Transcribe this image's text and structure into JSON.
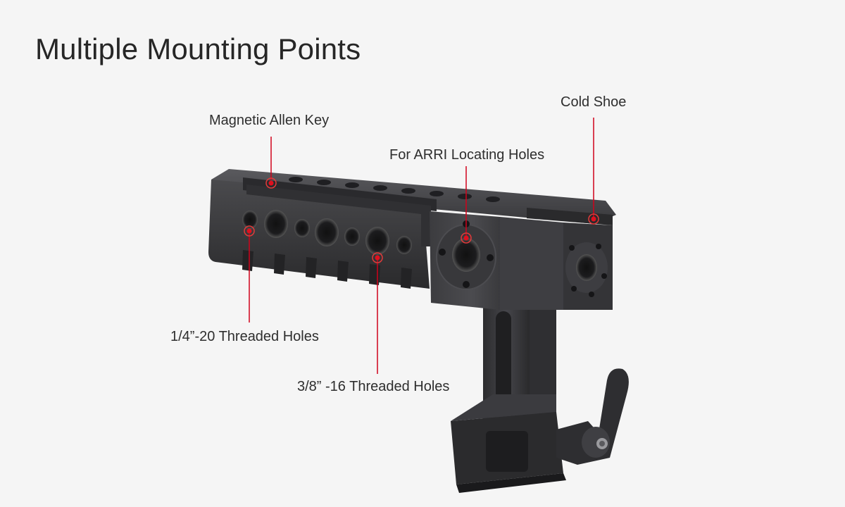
{
  "heading": "Multiple Mounting Points",
  "callouts": {
    "magnetic_allen_key": "Magnetic Allen Key",
    "cold_shoe": "Cold Shoe",
    "arri_locating": "For ARRI Locating Holes",
    "quarter_holes": "1/4”-20 Threaded Holes",
    "three_eighths_holes": "3/8” -16 Threaded Holes"
  },
  "colors": {
    "background": "#f5f5f5",
    "accent": "#d0021b",
    "handle": "#3a3a3c"
  }
}
